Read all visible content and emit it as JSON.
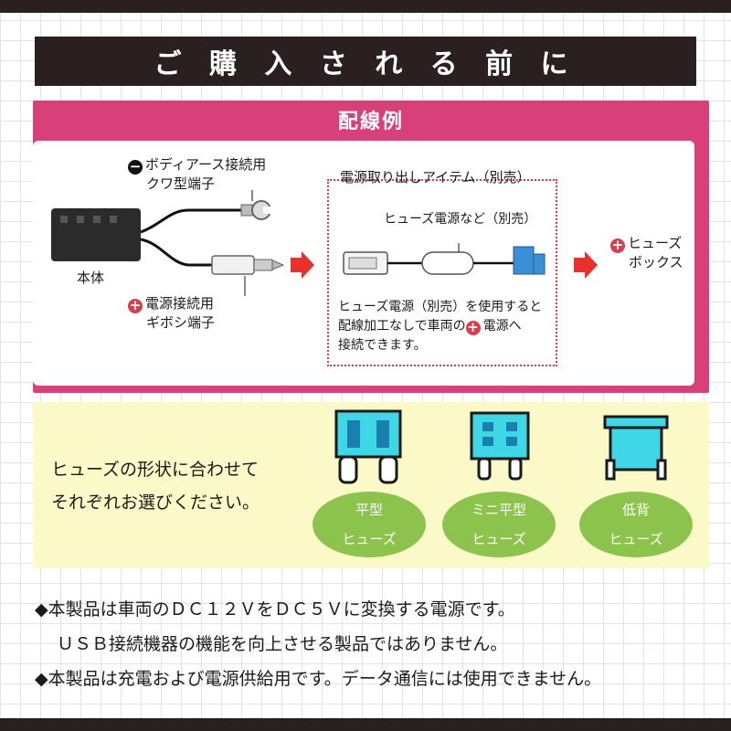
{
  "title": "ご 購 入 さ れ る 前 に",
  "wiring": {
    "title": "配線例",
    "body_unit_label": "本体",
    "body_earth_label_line1": "ボディアース接続用",
    "body_earth_label_line2": "クワ型端子",
    "power_label_line1": "電源接続用",
    "power_label_line2": "ギボシ端子",
    "minus_symbol": "−",
    "plus_symbol": "+",
    "item_label": "電源取り出しアイテム（別売）",
    "fuse_source_label": "ヒューズ電源など（別売）",
    "desc_line1": "ヒューズ電源（別売）を使用すると",
    "desc_line2_a": "配線加工なしで車両の",
    "desc_line2_b": "電源へ",
    "desc_line3": "接続できます。",
    "fusebox_line1": "ヒューズ",
    "fusebox_line2": "ボックス"
  },
  "fuse": {
    "text_line1": "ヒューズの形状に合わせて",
    "text_line2": "それぞれお選びください。",
    "types": [
      {
        "line1": "平型",
        "line2": "ヒューズ"
      },
      {
        "line1": "ミニ平型",
        "line2": "ヒューズ"
      },
      {
        "line1": "低背",
        "line2": "ヒューズ"
      }
    ]
  },
  "notes": {
    "line1": "◆本製品は車両のＤＣ１２ＶをＤＣ５Ｖに変換する電源です。",
    "line2": "ＵＳＢ接続機器の機能を向上させる製品ではありません。",
    "line3": "◆本製品は充電および電源供給用です。データ通信には使用できません。"
  },
  "colors": {
    "dark": "#2a2020",
    "magenta": "#d8407a",
    "red": "#d63f4c",
    "green": "#8cc34c",
    "cyan": "#3fd6e6",
    "fuse_bg": "#fbf9c7"
  }
}
